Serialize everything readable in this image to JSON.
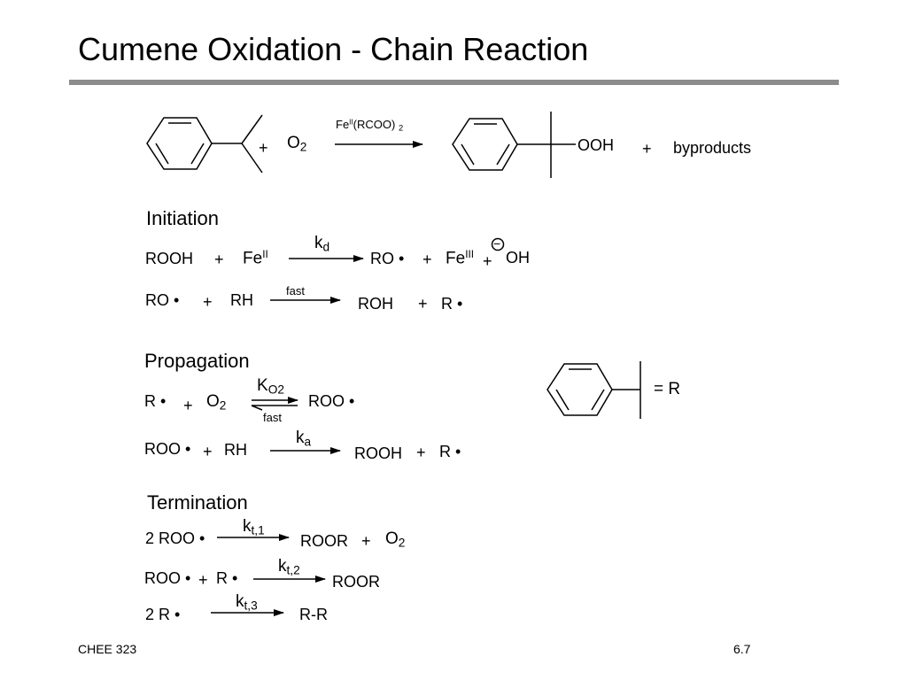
{
  "title": "Cumene Oxidation - Chain Reaction",
  "overall": {
    "plus1": "+",
    "o2": "O",
    "o2_sub": "2",
    "catalyst_fe": "Fe",
    "catalyst_sup": "II",
    "catalyst_ligand": "(RCOO)",
    "catalyst_sub": "2",
    "product": "OOH",
    "plus2": "+",
    "byproducts": "byproducts"
  },
  "initiation": {
    "heading": "Initiation",
    "r1": {
      "rooh": "ROOH",
      "plus1": "+",
      "fe": "Fe",
      "fe_sup": "II",
      "k": "k",
      "k_sub": "d",
      "ro": "RO",
      "plus2": "+",
      "fe3": "Fe",
      "fe3_sup": "III",
      "plus3": "+",
      "minus": "−",
      "oh": "OH"
    },
    "r2": {
      "ro": "RO",
      "plus1": "+",
      "rh": "RH",
      "fast": "fast",
      "roh": "ROH",
      "plus2": "+",
      "r": "R"
    }
  },
  "propagation": {
    "heading": "Propagation",
    "r1": {
      "r": "R",
      "plus": "+",
      "o2": "O",
      "o2_sub": "2",
      "K": "K",
      "K_sub": "O2",
      "fast": "fast",
      "roo": "ROO"
    },
    "r2": {
      "roo": "ROO",
      "plus1": "+",
      "rh": "RH",
      "k": "k",
      "k_sub": "a",
      "rooh": "ROOH",
      "plus2": "+",
      "r": "R"
    },
    "legend": "= R"
  },
  "termination": {
    "heading": "Termination",
    "r1": {
      "left": "2 ROO",
      "k": "k",
      "k_sub": "t,1",
      "roor": "ROOR",
      "plus": "+",
      "o2": "O",
      "o2_sub": "2"
    },
    "r2": {
      "roo": "ROO",
      "plus": "+",
      "r": "R",
      "k": "k",
      "k_sub": "t,2",
      "roor": "ROOR"
    },
    "r3": {
      "left": "2 R",
      "k": "k",
      "k_sub": "t,3",
      "rr": "R-R"
    }
  },
  "footer": {
    "left": "CHEE 323",
    "right": "6.7"
  }
}
